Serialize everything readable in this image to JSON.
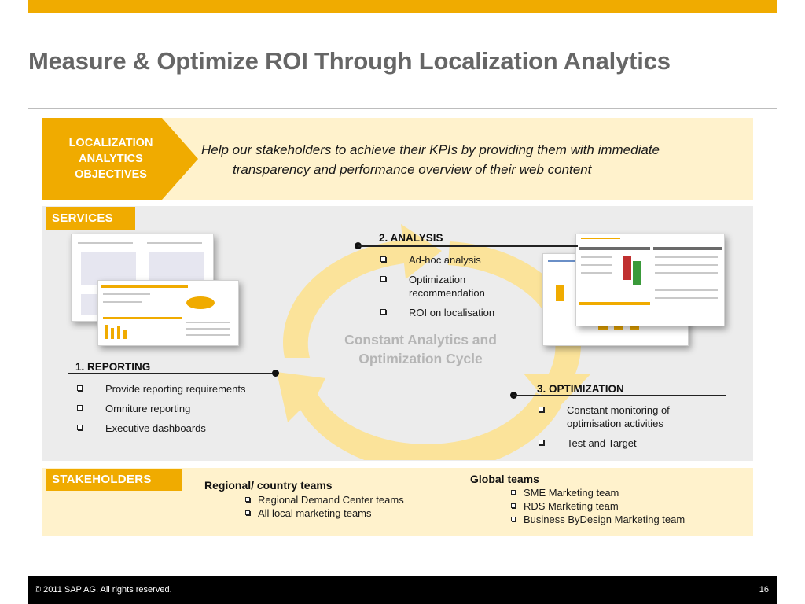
{
  "slide": {
    "title": "Measure & Optimize ROI Through Localization Analytics"
  },
  "objectives": {
    "label_lines": [
      "LOCALIZATION",
      "ANALYTICS",
      "OBJECTIVES"
    ],
    "text_line1": "Help our stakeholders to achieve their KPIs by providing them with immediate",
    "text_line2": "transparency and performance overview of their web content"
  },
  "services": {
    "tag": "SERVICES",
    "cycle_label_line1": "Constant Analytics and",
    "cycle_label_line2": "Optimization Cycle",
    "reporting": {
      "heading": "1. REPORTING",
      "items": [
        "Provide reporting requirements",
        "Omniture reporting",
        "Executive dashboards"
      ]
    },
    "analysis": {
      "heading": "2. ANALYSIS",
      "items": [
        "Ad-hoc analysis",
        "Optimization recommendation",
        "ROI on localisation"
      ]
    },
    "optimization": {
      "heading": "3. OPTIMIZATION",
      "items": [
        "Constant monitoring of optimisation activities",
        "Test and Target"
      ]
    }
  },
  "stakeholders": {
    "tag": "STAKEHOLDERS",
    "regional": {
      "heading": "Regional/ country teams",
      "items": [
        "Regional Demand Center teams",
        "All local marketing teams"
      ]
    },
    "global": {
      "heading": "Global teams",
      "items": [
        "SME Marketing team",
        "RDS Marketing team",
        "Business ByDesign Marketing team"
      ]
    }
  },
  "footer": {
    "copyright": "©  2011 SAP AG. All rights reserved.",
    "page_number": "16"
  },
  "colors": {
    "accent": "#f0ab00",
    "band": "#fff2cc",
    "panel": "#ececec",
    "cycle": "#fbe39a"
  }
}
